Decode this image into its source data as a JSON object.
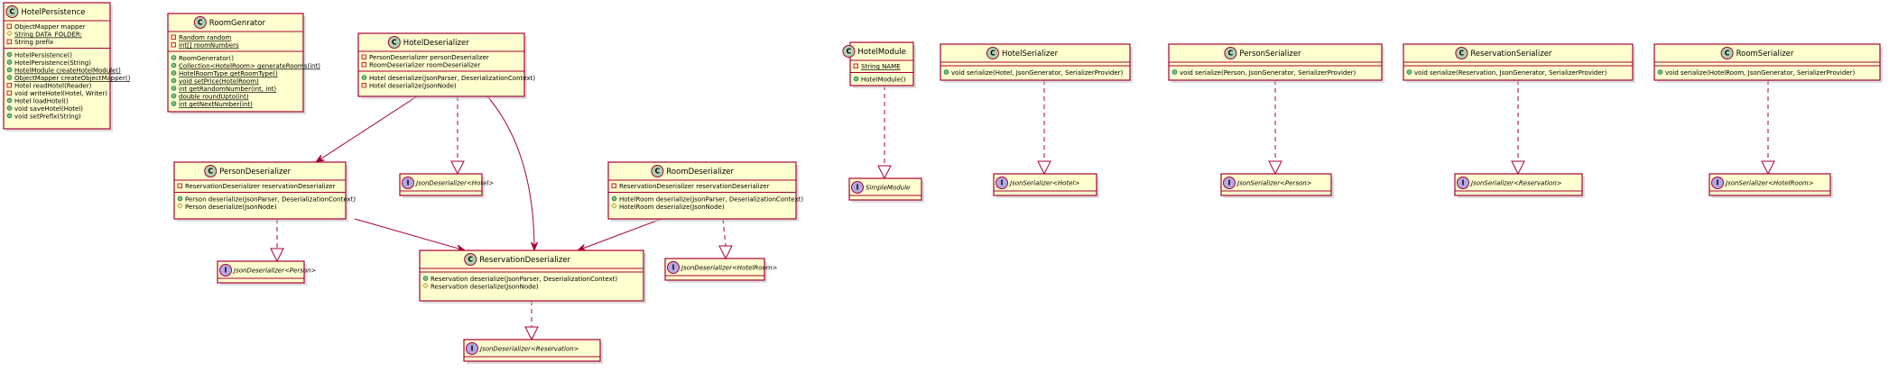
{
  "classes": {
    "hotel_persistence": {
      "name": "HotelPersistence",
      "fields": [
        {
          "vis": "private",
          "text": "ObjectMapper mapper",
          "static": false
        },
        {
          "vis": "protected",
          "text": "String DATA_FOLDER:",
          "static": true
        },
        {
          "vis": "private",
          "text": "String prefix",
          "static": false
        }
      ],
      "methods": [
        {
          "vis": "public",
          "text": "HotelPersistence()",
          "static": false
        },
        {
          "vis": "public",
          "text": "HotelPersistence(String)",
          "static": false
        },
        {
          "vis": "public",
          "text": "HotelModule createHotelModule()",
          "static": true
        },
        {
          "vis": "public",
          "text": "ObjectMapper createObjectMapper()",
          "static": true
        },
        {
          "vis": "private",
          "text": "Hotel readHotel(Reader)",
          "static": false
        },
        {
          "vis": "private",
          "text": "void writeHotel(Hotel, Writer)",
          "static": false
        },
        {
          "vis": "public",
          "text": "Hotel loadHotel()",
          "static": false
        },
        {
          "vis": "public",
          "text": "void saveHotel(Hotel)",
          "static": false
        },
        {
          "vis": "public",
          "text": "void setPrefix(String)",
          "static": false
        }
      ]
    },
    "room_genrator": {
      "name": "RoomGenrator",
      "fields": [
        {
          "vis": "private",
          "text": "Random random",
          "static": true
        },
        {
          "vis": "private",
          "text": "int[] roomNumbers",
          "static": true
        }
      ],
      "methods": [
        {
          "vis": "public",
          "text": "RoomGenerator()",
          "static": false
        },
        {
          "vis": "public",
          "text": "Collection<HotelRoom> generateRooms(int)",
          "static": true
        },
        {
          "vis": "public",
          "text": "HotelRoomType getRoomType()",
          "static": true
        },
        {
          "vis": "public",
          "text": "void setPrice(HotelRoom)",
          "static": true
        },
        {
          "vis": "public",
          "text": "int getRandomNumber(int, int)",
          "static": true
        },
        {
          "vis": "public",
          "text": "double roundUpto(int)",
          "static": true
        },
        {
          "vis": "public",
          "text": "int getNextNumber(int)",
          "static": true
        }
      ]
    },
    "hotel_deserializer": {
      "name": "HotelDeserializer",
      "fields": [
        {
          "vis": "private",
          "text": "PersonDeserializer personDeserializer",
          "static": false
        },
        {
          "vis": "private",
          "text": "RoomDeserializer roomDeserializer",
          "static": false
        }
      ],
      "methods": [
        {
          "vis": "public",
          "text": "Hotel deserialize(JsonParser, DeserializationContext)",
          "static": false
        },
        {
          "vis": "private",
          "text": "Hotel deserialize(JsonNode)",
          "static": false
        }
      ]
    },
    "person_deserializer": {
      "name": "PersonDeserializer",
      "fields": [
        {
          "vis": "private",
          "text": "ReservationDeserializer reservationDeserializer",
          "static": false
        }
      ],
      "methods": [
        {
          "vis": "public",
          "text": "Person deserialize(JsonParser, DeserializationContext)",
          "static": false
        },
        {
          "vis": "protected",
          "text": "Person deserialize(JsonNode)",
          "static": false
        }
      ]
    },
    "room_deserializer": {
      "name": "RoomDeserializer",
      "fields": [
        {
          "vis": "private",
          "text": "ReservationDeserializer reservationDeserializer",
          "static": false
        }
      ],
      "methods": [
        {
          "vis": "public",
          "text": "HotelRoom deserialize(JsonParser, DeserializationContext)",
          "static": false
        },
        {
          "vis": "protected",
          "text": "HotelRoom deserialize(JsonNode)",
          "static": false
        }
      ]
    },
    "reservation_deserializer": {
      "name": "ReservationDeserializer",
      "fields": [],
      "methods": [
        {
          "vis": "public",
          "text": "Reservation deserialize(JsonParser, DeserializationContext)",
          "static": false
        },
        {
          "vis": "protected",
          "text": "Reservation deserialize(JsonNode)",
          "static": false
        }
      ]
    },
    "hotel_module": {
      "name": "HotelModule",
      "fields": [
        {
          "vis": "private",
          "text": "String NAME",
          "static": true
        }
      ],
      "methods": [
        {
          "vis": "public",
          "text": "HotelModule()",
          "static": false
        }
      ]
    },
    "hotel_serializer": {
      "name": "HotelSerializer",
      "fields": [],
      "methods": [
        {
          "vis": "public",
          "text": "void serialize(Hotel, JsonGenerator, SerializerProvider)",
          "static": false
        }
      ]
    },
    "person_serializer": {
      "name": "PersonSerializer",
      "fields": [],
      "methods": [
        {
          "vis": "public",
          "text": "void serialize(Person, JsonGenerator, SerializerProvider)",
          "static": false
        }
      ]
    },
    "reservation_serializer": {
      "name": "ReservationSerializer",
      "fields": [],
      "methods": [
        {
          "vis": "public",
          "text": "void serialize(Reservation, JsonGenerator, SerializerProvider)",
          "static": false
        }
      ]
    },
    "room_serializer": {
      "name": "RoomSerializer",
      "fields": [],
      "methods": [
        {
          "vis": "public",
          "text": "void serialize(HotelRoom, JsonGenerator, SerializerProvider)",
          "static": false
        }
      ]
    }
  },
  "interfaces": {
    "json_deserializer_hotel": {
      "name": "JsonDeserializer<Hotel>"
    },
    "json_deserializer_person": {
      "name": "JsonDeserializer<Person>"
    },
    "json_deserializer_hotel_room": {
      "name": "JsonDeserializer<HotelRoom>"
    },
    "json_deserializer_reservation": {
      "name": "JsonDeserializer<Reservation>"
    },
    "simple_module": {
      "name": "SimpleModule"
    },
    "json_serializer_hotel": {
      "name": "JsonSerializer<Hotel>"
    },
    "json_serializer_person": {
      "name": "JsonSerializer<Person>"
    },
    "json_serializer_reservation": {
      "name": "JsonSerializer<Reservation>"
    },
    "json_serializer_hotel_room": {
      "name": "JsonSerializer<HotelRoom>"
    }
  },
  "glyphs": {
    "class": "C",
    "interface": "I"
  },
  "relations": [
    {
      "from": "hotel_deserializer",
      "to": "person_deserializer",
      "kind": "association"
    },
    {
      "from": "hotel_deserializer",
      "to": "reservation_deserializer",
      "kind": "association"
    },
    {
      "from": "hotel_deserializer",
      "to": "json_deserializer_hotel",
      "kind": "realization"
    },
    {
      "from": "person_deserializer",
      "to": "reservation_deserializer",
      "kind": "association"
    },
    {
      "from": "person_deserializer",
      "to": "json_deserializer_person",
      "kind": "realization"
    },
    {
      "from": "room_deserializer",
      "to": "reservation_deserializer",
      "kind": "association"
    },
    {
      "from": "room_deserializer",
      "to": "json_deserializer_hotel_room",
      "kind": "realization"
    },
    {
      "from": "reservation_deserializer",
      "to": "json_deserializer_reservation",
      "kind": "realization"
    },
    {
      "from": "hotel_module",
      "to": "simple_module",
      "kind": "realization"
    },
    {
      "from": "hotel_serializer",
      "to": "json_serializer_hotel",
      "kind": "realization"
    },
    {
      "from": "person_serializer",
      "to": "json_serializer_person",
      "kind": "realization"
    },
    {
      "from": "reservation_serializer",
      "to": "json_serializer_reservation",
      "kind": "realization"
    },
    {
      "from": "room_serializer",
      "to": "json_serializer_hotel_room",
      "kind": "realization"
    }
  ]
}
